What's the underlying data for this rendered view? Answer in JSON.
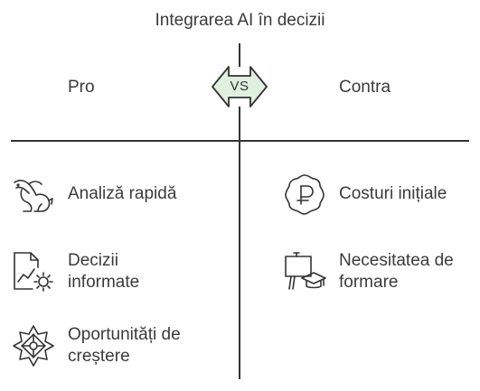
{
  "title": "Integrarea AI în decizii",
  "headers": {
    "pro": "Pro",
    "contra": "Contra",
    "vs": "VS"
  },
  "colors": {
    "vs_fill": "#dff0df",
    "line": "#333333",
    "text": "#3b3b3b"
  },
  "pro_items": [
    {
      "icon": "rabbit-icon",
      "line1": "Analiză rapidă",
      "line2": ""
    },
    {
      "icon": "chart-gear-icon",
      "line1": "Decizii",
      "line2": "informate"
    },
    {
      "icon": "growth-star-icon",
      "line1": "Oportunități de",
      "line2": "creștere"
    }
  ],
  "contra_items": [
    {
      "icon": "currency-badge-icon",
      "line1": "Costuri inițiale",
      "line2": ""
    },
    {
      "icon": "training-board-icon",
      "line1": "Necesitatea de",
      "line2": "formare"
    }
  ]
}
